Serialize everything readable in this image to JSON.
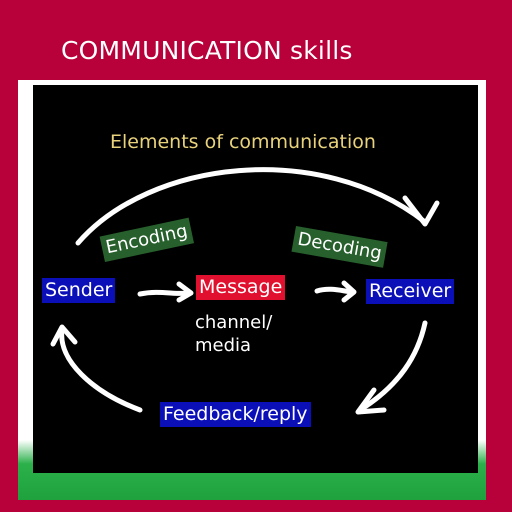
{
  "header": {
    "title": "COMMUNICATION skills"
  },
  "diagram": {
    "heading": "Elements of communication",
    "nodes": {
      "sender": "Sender",
      "message": "Message",
      "receiver": "Receiver",
      "feedback": "Feedback/reply"
    },
    "labels": {
      "encoding": "Encoding",
      "decoding": "Decoding",
      "channel_line1": "channel/",
      "channel_line2": "media"
    }
  },
  "colors": {
    "background": "#b8003a",
    "board": "#000000",
    "node_blue": "#0b0fb8",
    "node_red": "#e0102e",
    "tag_green": "#27602c",
    "heading_yellow": "#e8d27c",
    "bottom_green": "#1fa23e"
  }
}
